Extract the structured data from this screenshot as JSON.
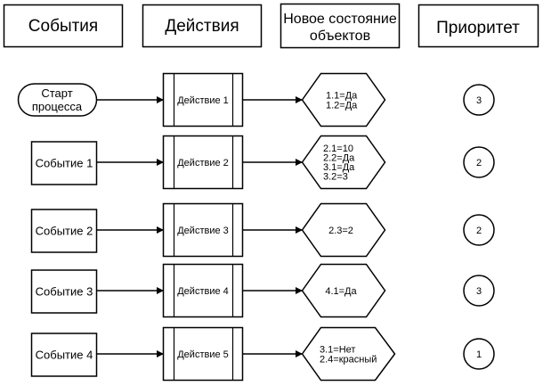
{
  "headers": {
    "events": "События",
    "actions": "Действия",
    "new_state_line1": "Новое состояние",
    "new_state_line2": "объектов",
    "priority": "Приоритет"
  },
  "rows": [
    {
      "event_type": "start",
      "event_lines": [
        "Старт",
        "процесса"
      ],
      "action": "Действие 1",
      "state_lines": [
        "1.1=Да",
        "1.2=Да"
      ],
      "priority": "3"
    },
    {
      "event_type": "event",
      "event_lines": [
        "Событие 1"
      ],
      "action": "Действие 2",
      "state_lines": [
        "2.1=10",
        "2.2=Да",
        "3.1=Да",
        "3.2=3"
      ],
      "priority": "2"
    },
    {
      "event_type": "event",
      "event_lines": [
        "Событие 2"
      ],
      "action": "Действие 3",
      "state_lines": [
        "2.3=2"
      ],
      "priority": "2"
    },
    {
      "event_type": "event",
      "event_lines": [
        "Событие 3"
      ],
      "action": "Действие 4",
      "state_lines": [
        "4.1=Да"
      ],
      "priority": "3"
    },
    {
      "event_type": "event",
      "event_lines": [
        "Событие 4"
      ],
      "action": "Действие 5",
      "state_lines": [
        "3.1=Нет",
        "2.4=красный"
      ],
      "priority": "1"
    }
  ],
  "colors": {
    "stroke": "#000000",
    "fill": "#ffffff",
    "text": "#000000"
  }
}
